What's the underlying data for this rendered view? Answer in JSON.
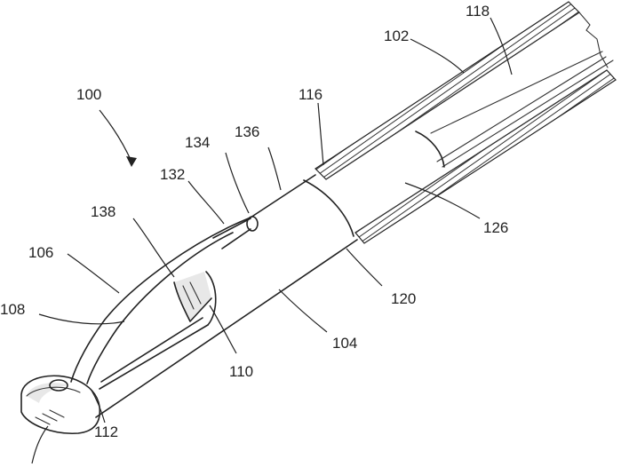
{
  "labels": {
    "l100": "100",
    "l102": "102",
    "l104": "104",
    "l106": "106",
    "l108": "108",
    "l110": "110",
    "l112": "112",
    "l116": "116",
    "l118": "118",
    "l120": "120",
    "l126": "126",
    "l132": "132",
    "l134": "134",
    "l136": "136",
    "l138": "138"
  },
  "colors": {
    "ink": "#222222",
    "paper": "#ffffff"
  }
}
